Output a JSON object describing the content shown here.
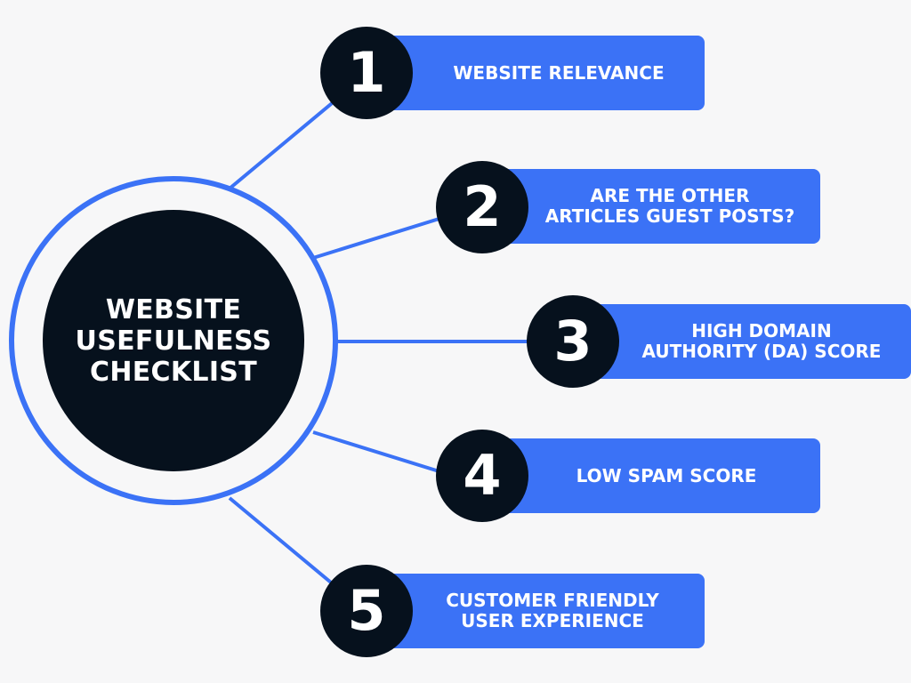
{
  "hub": {
    "title": "WEBSITE\nUSEFULNESS\nCHECKLIST"
  },
  "steps": [
    {
      "number": "1",
      "label": "WEBSITE RELEVANCE"
    },
    {
      "number": "2",
      "label": "ARE THE OTHER\nARTICLES GUEST POSTS?"
    },
    {
      "number": "3",
      "label": "HIGH DOMAIN\nAUTHORITY (DA) SCORE"
    },
    {
      "number": "4",
      "label": "LOW SPAM SCORE"
    },
    {
      "number": "5",
      "label": "CUSTOMER FRIENDLY\nUSER EXPERIENCE"
    }
  ],
  "colors": {
    "accent": "#3b72f6",
    "dark": "#06111d",
    "background": "#f7f7f8"
  }
}
